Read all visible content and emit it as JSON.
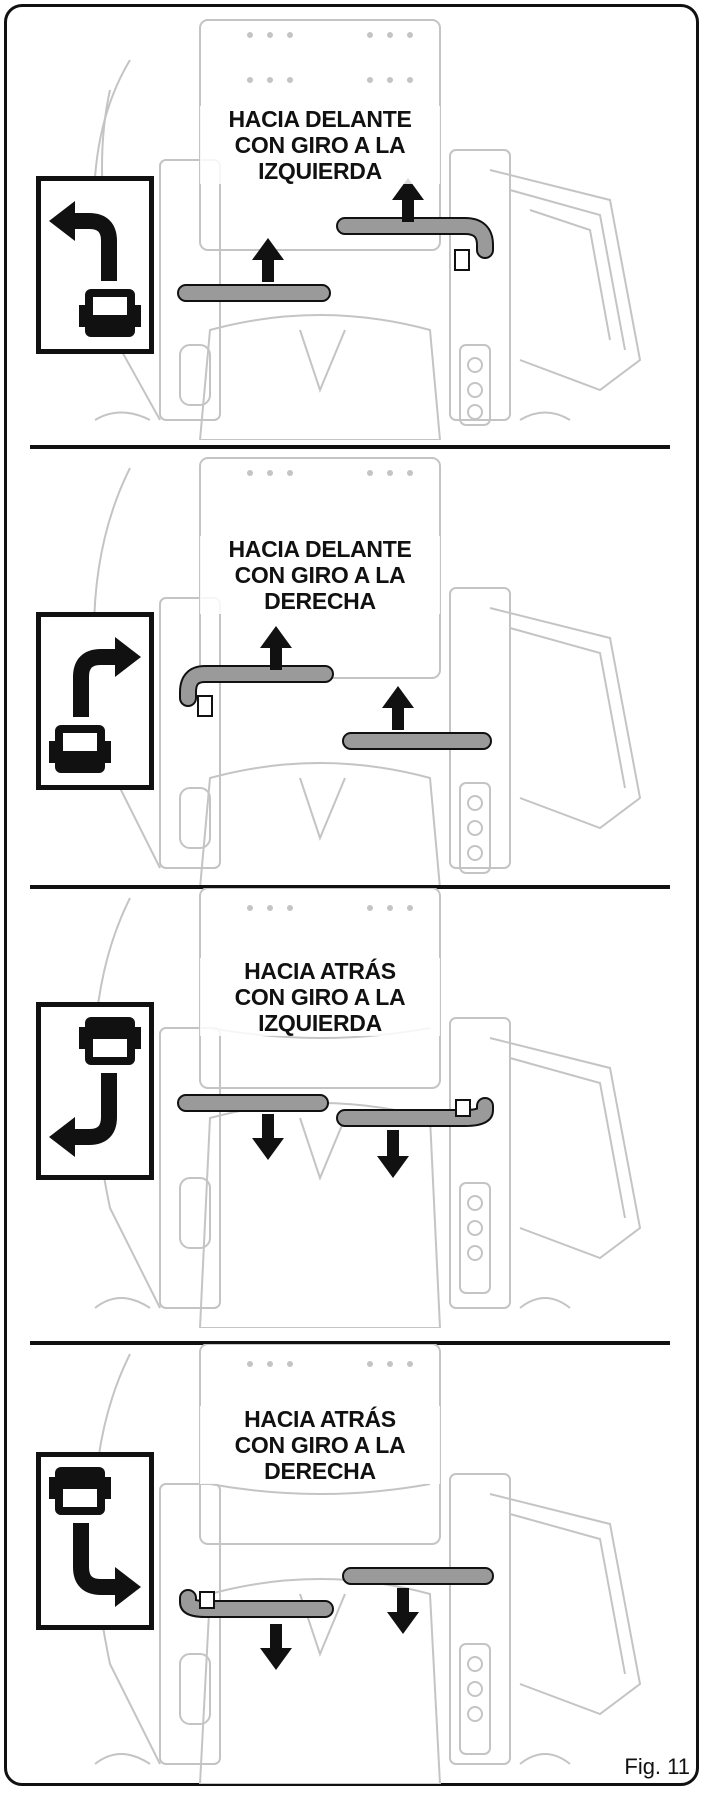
{
  "figure": {
    "caption": "Fig. 11"
  },
  "panels": [
    {
      "lines": [
        "HACIA DELANTE",
        "CON GIRO A LA",
        "IZQUIERDA"
      ],
      "direction": "forward",
      "turn": "left"
    },
    {
      "lines": [
        "HACIA DELANTE",
        "CON GIRO A LA",
        "DERECHA"
      ],
      "direction": "forward",
      "turn": "right"
    },
    {
      "lines": [
        "HACIA ATRÁS",
        "CON GIRO A LA",
        "IZQUIERDA"
      ],
      "direction": "reverse",
      "turn": "left"
    },
    {
      "lines": [
        "HACIA ATRÁS",
        "CON GIRO A LA",
        "DERECHA"
      ],
      "direction": "reverse",
      "turn": "right"
    }
  ],
  "icons": [
    "mower-icon",
    "turn-arrow-icon",
    "motion-arrow-icon",
    "control-lever-icon"
  ],
  "colors": {
    "line": "#111111",
    "lever": "#9a9a9a",
    "machine": "#c4c4c4"
  }
}
